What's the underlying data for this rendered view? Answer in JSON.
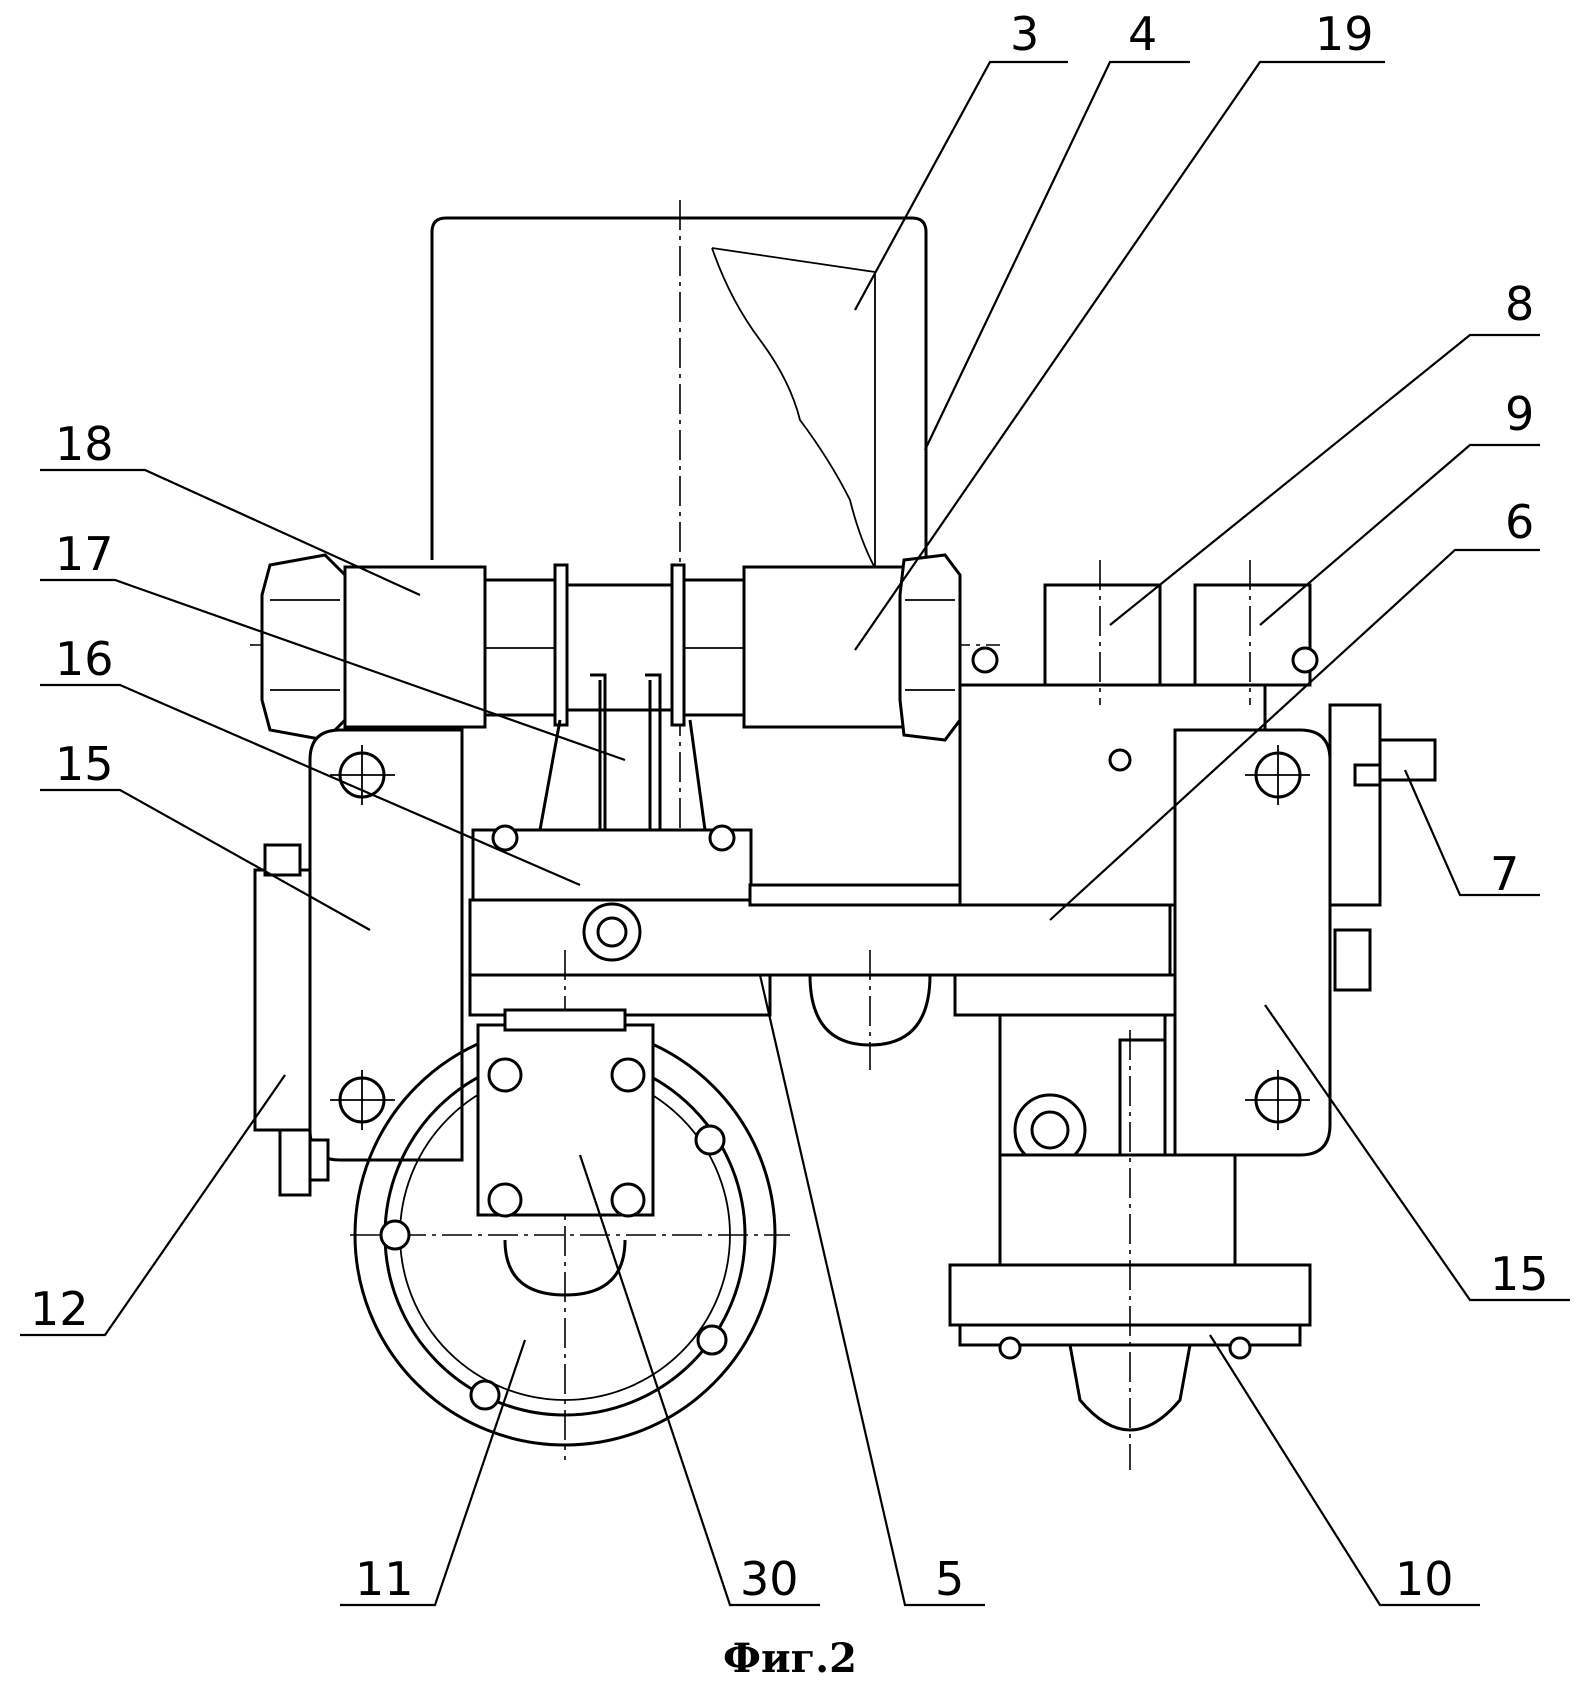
{
  "figure": {
    "caption": "Фиг.2"
  },
  "callouts": [
    {
      "id": "c3",
      "label": "3"
    },
    {
      "id": "c4",
      "label": "4"
    },
    {
      "id": "c19",
      "label": "19"
    },
    {
      "id": "c8",
      "label": "8"
    },
    {
      "id": "c9",
      "label": "9"
    },
    {
      "id": "c6",
      "label": "6"
    },
    {
      "id": "c7",
      "label": "7"
    },
    {
      "id": "c18",
      "label": "18"
    },
    {
      "id": "c17",
      "label": "17"
    },
    {
      "id": "c16",
      "label": "16"
    },
    {
      "id": "c15a",
      "label": "15"
    },
    {
      "id": "c15b",
      "label": "15"
    },
    {
      "id": "c12",
      "label": "12"
    },
    {
      "id": "c11",
      "label": "11"
    },
    {
      "id": "c30",
      "label": "30"
    },
    {
      "id": "c5",
      "label": "5"
    },
    {
      "id": "c10",
      "label": "10"
    }
  ]
}
